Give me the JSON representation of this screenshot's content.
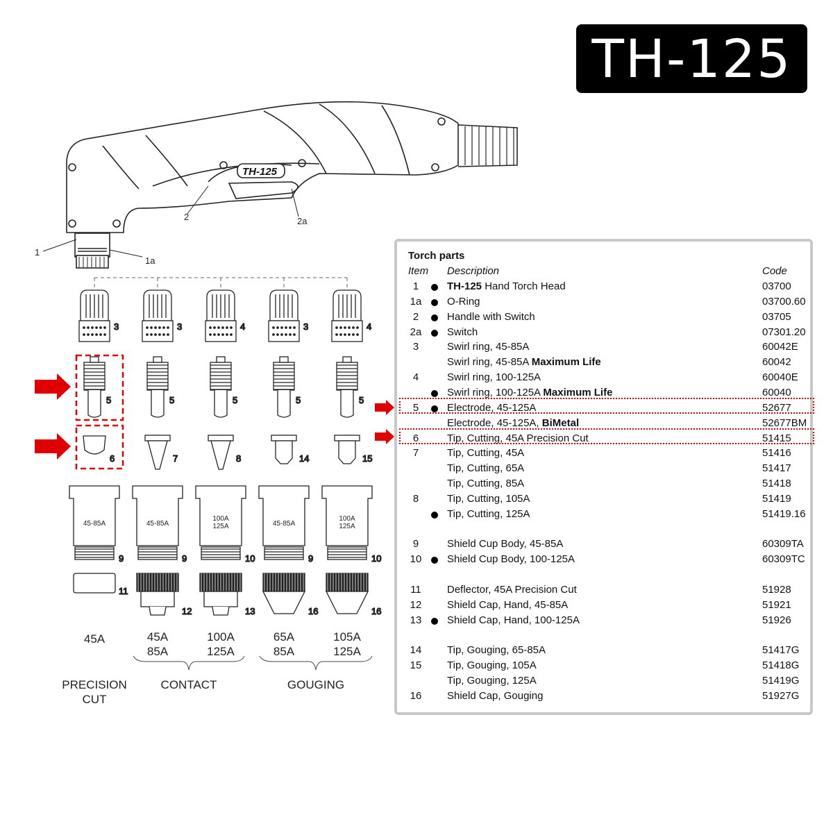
{
  "title": "TH-125",
  "torch": {
    "label": "TH-125",
    "callouts": [
      "1",
      "1a",
      "2",
      "2a"
    ]
  },
  "columns": [
    {
      "swirl": "3",
      "electrode": "5",
      "tip": "6",
      "cup_label": "45-85A",
      "cup_num": "9",
      "bottom_num": "11",
      "amp1": "45A",
      "amp2": ""
    },
    {
      "swirl": "3",
      "electrode": "5",
      "tip": "7",
      "cup_label": "45-85A",
      "cup_num": "9",
      "bottom_num": "12",
      "amp1": "45A",
      "amp2": "85A"
    },
    {
      "swirl": "4",
      "electrode": "5",
      "tip": "8",
      "cup_label": "100A\n125A",
      "cup_num": "10",
      "bottom_num": "13",
      "amp1": "100A",
      "amp2": "125A"
    },
    {
      "swirl": "3",
      "electrode": "5",
      "tip": "14",
      "cup_label": "45-85A",
      "cup_num": "9",
      "bottom_num": "16",
      "amp1": "65A",
      "amp2": "85A"
    },
    {
      "swirl": "4",
      "electrode": "5",
      "tip": "15",
      "cup_label": "100A\n125A",
      "cup_num": "10",
      "bottom_num": "16",
      "amp1": "105A",
      "amp2": "125A"
    }
  ],
  "groups": {
    "precision": [
      "PRECISION",
      "CUT"
    ],
    "contact": "CONTACT",
    "gouging": "GOUGING"
  },
  "accent_color": "#e00000",
  "table": {
    "title": "Torch parts",
    "headers": {
      "item": "Item",
      "description": "Description",
      "code": "Code"
    },
    "rows": [
      {
        "item": "1",
        "dot": true,
        "bold": "TH-125",
        "desc": " Hand  Torch Head",
        "code": "03700"
      },
      {
        "item": "1a",
        "dot": true,
        "bold": "",
        "desc": "O-Ring",
        "code": "03700.60"
      },
      {
        "item": "2",
        "dot": true,
        "bold": "",
        "desc": "Handle with Switch",
        "code": "03705"
      },
      {
        "item": "2a",
        "dot": true,
        "bold": "",
        "desc": "Switch",
        "code": "07301.20"
      },
      {
        "item": "3",
        "dot": false,
        "bold": "",
        "desc": "Swirl ring, 45-85A",
        "code": "60042E"
      },
      {
        "item": "",
        "dot": false,
        "bold": "",
        "desc": "Swirl ring, 45-85A ",
        "bold_after": "Maximum Life",
        "code": "60042"
      },
      {
        "item": "4",
        "dot": false,
        "bold": "",
        "desc": "Swirl ring, 100-125A",
        "code": "60040E"
      },
      {
        "item": "",
        "dot": true,
        "bold": "",
        "desc": "Swirl ring, 100-125A ",
        "bold_after": "Maximum Life",
        "code": "60040"
      },
      {
        "item": "5",
        "dot": true,
        "bold": "",
        "desc": "Electrode, 45-125A",
        "code": "52677"
      },
      {
        "item": "",
        "dot": false,
        "bold": "",
        "desc": "Electrode, 45-125A, ",
        "bold_after": "BiMetal",
        "code": "52677BM"
      },
      {
        "item": "6",
        "dot": false,
        "bold": "",
        "desc": "Tip, Cutting, 45A Precision Cut",
        "code": "51415"
      },
      {
        "item": "7",
        "dot": false,
        "bold": "",
        "desc": "Tip, Cutting, 45A",
        "code": "51416"
      },
      {
        "item": "",
        "dot": false,
        "bold": "",
        "desc": "Tip, Cutting, 65A",
        "code": "51417"
      },
      {
        "item": "",
        "dot": false,
        "bold": "",
        "desc": "Tip, Cutting, 85A",
        "code": "51418"
      },
      {
        "item": "8",
        "dot": false,
        "bold": "",
        "desc": "Tip, Cutting, 105A",
        "code": "51419"
      },
      {
        "item": "",
        "dot": true,
        "bold": "",
        "desc": "Tip, Cutting, 125A",
        "code": "51419.16"
      },
      {
        "item": "",
        "dot": false,
        "bold": "",
        "desc": "",
        "code": ""
      },
      {
        "item": "9",
        "dot": false,
        "bold": "",
        "desc": "Shield Cup Body, 45-85A",
        "code": "60309TA"
      },
      {
        "item": "10",
        "dot": true,
        "bold": "",
        "desc": "Shield Cup Body, 100-125A",
        "code": "60309TC"
      },
      {
        "item": "",
        "dot": false,
        "bold": "",
        "desc": "",
        "code": ""
      },
      {
        "item": "11",
        "dot": false,
        "bold": "",
        "desc": "Deflector, 45A Precision Cut",
        "code": "51928"
      },
      {
        "item": "12",
        "dot": false,
        "bold": "",
        "desc": "Shield Cap, Hand, 45-85A",
        "code": "51921"
      },
      {
        "item": "13",
        "dot": true,
        "bold": "",
        "desc": "Shield Cap, Hand, 100-125A",
        "code": "51926"
      },
      {
        "item": "",
        "dot": false,
        "bold": "",
        "desc": "",
        "code": ""
      },
      {
        "item": "14",
        "dot": false,
        "bold": "",
        "desc": "Tip, Gouging, 65-85A",
        "code": "51417G"
      },
      {
        "item": "15",
        "dot": false,
        "bold": "",
        "desc": "Tip, Gouging, 105A",
        "code": "51418G"
      },
      {
        "item": "",
        "dot": false,
        "bold": "",
        "desc": "Tip, Gouging, 125A",
        "code": "51419G"
      },
      {
        "item": "16",
        "dot": false,
        "bold": "",
        "desc": "Shield Cap, Gouging",
        "code": "51927G"
      }
    ],
    "highlighted_items": [
      "5",
      "6"
    ]
  }
}
